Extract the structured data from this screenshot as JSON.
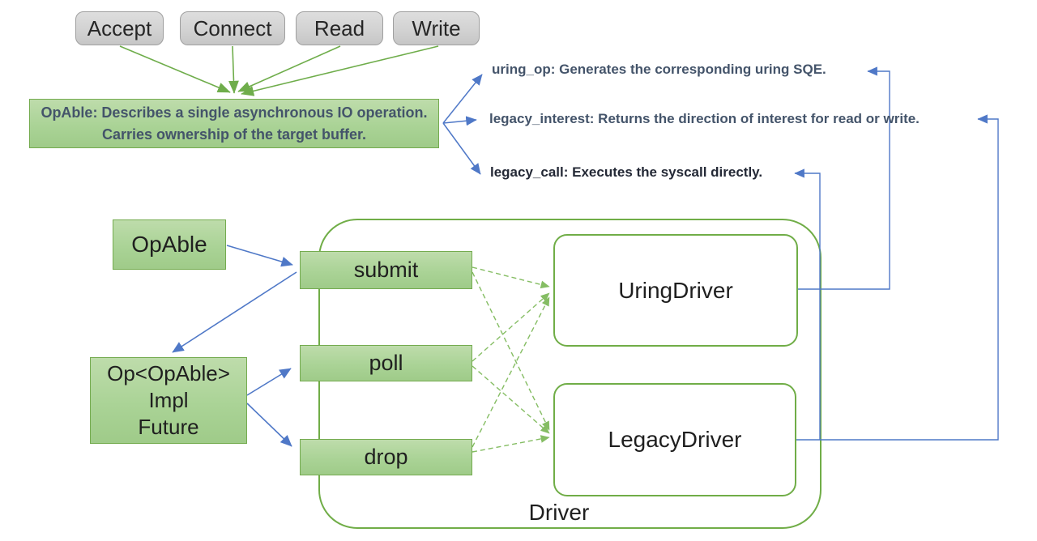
{
  "colors": {
    "green_line": "#6fad4b",
    "green_dash": "#85bd63",
    "blue": "#4f78c7"
  },
  "operations": [
    {
      "label": "Accept"
    },
    {
      "label": "Connect"
    },
    {
      "label": "Read"
    },
    {
      "label": "Write"
    }
  ],
  "opable_description": {
    "line1": "OpAble: Describes a single asynchronous IO operation.",
    "line2": "Carries ownership of the target buffer."
  },
  "trait_methods": [
    {
      "label": "uring_op: Generates the corresponding uring SQE."
    },
    {
      "label": "legacy_interest: Returns the direction of interest for read or write."
    },
    {
      "label": "legacy_call: Executes the syscall directly."
    }
  ],
  "nodes": {
    "opable": "OpAble",
    "op_impl_lines": [
      "Op<OpAble>",
      "Impl",
      "Future"
    ],
    "submit": "submit",
    "poll": "poll",
    "drop": "drop",
    "uring_driver": "UringDriver",
    "legacy_driver": "LegacyDriver",
    "driver": "Driver"
  }
}
